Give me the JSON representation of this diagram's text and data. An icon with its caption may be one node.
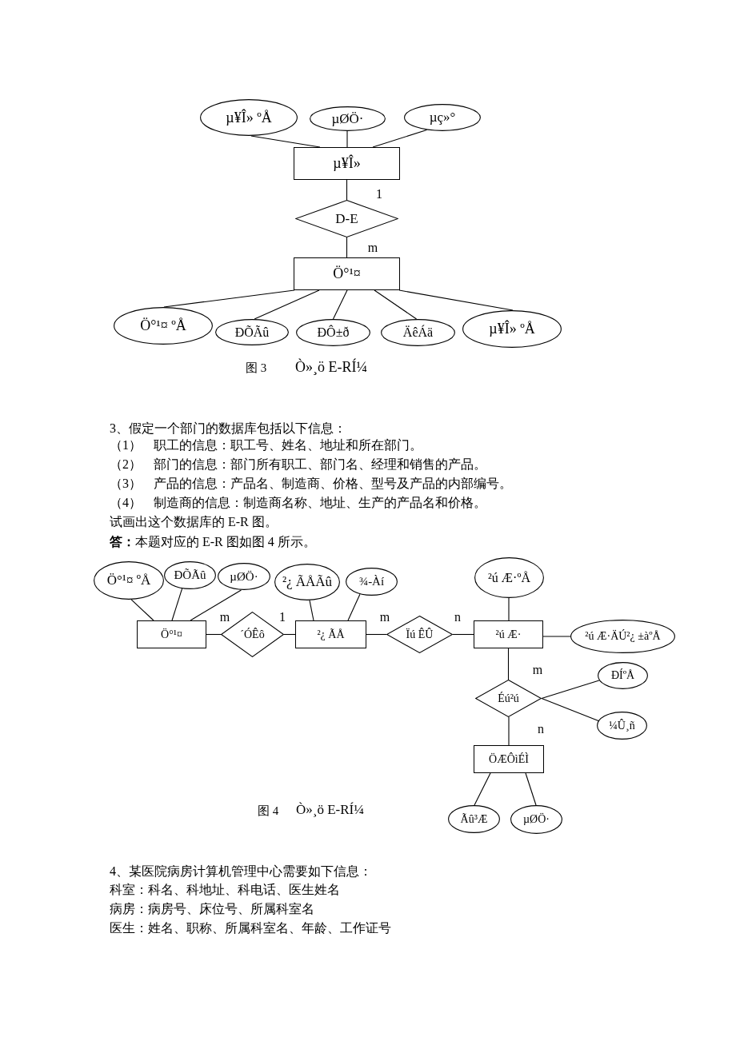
{
  "diagram": {
    "nodes": [
      {
        "text": [
          "µ¥Î» ºÅ"
        ]
      },
      {
        "text": [
          "µØÖ·"
        ]
      },
      {
        "text": [
          "µç»°"
        ]
      },
      {
        "text": [
          "µ¥Î»"
        ]
      },
      {
        "text": [
          "D-E"
        ]
      },
      {
        "text": [
          "Ö°¹¤"
        ]
      },
      {
        "text": [
          "Ö°¹¤ ºÅ"
        ]
      },
      {
        "text": [
          "ÐÕÃû"
        ]
      },
      {
        "text": [
          "ÐÔ±ð"
        ]
      },
      {
        "text": [
          "ÄêÁä"
        ]
      },
      {
        "text": [
          "µ¥Î» ºÅ"
        ]
      },
      {
        "text": [
          "Ö°¹¤ ºÅ"
        ]
      },
      {
        "text": [
          "ÐÕÃû"
        ]
      },
      {
        "text": [
          "µØÖ·"
        ]
      },
      {
        "text": [
          "²¿ ÃÅÃû"
        ]
      },
      {
        "text": [
          "¾-Àí"
        ]
      },
      {
        "text": [
          "²ú Æ·ºÅ"
        ]
      },
      {
        "text": [
          "Ö°¹¤"
        ]
      },
      {
        "text": [
          "´ÓÊô"
        ]
      },
      {
        "text": [
          "²¿ ÃÅ"
        ]
      },
      {
        "text": [
          "Ïú ÊÛ"
        ]
      },
      {
        "text": [
          "²ú Æ·"
        ]
      },
      {
        "text": [
          "²ú Æ·ÄÚ²¿ ±àºÅ"
        ]
      },
      {
        "text": [
          "Éú²ú"
        ]
      },
      {
        "text": [
          "ÐÍºÅ"
        ]
      },
      {
        "text": [
          "¼Û¸ñ"
        ]
      },
      {
        "text": [
          "ÖÆÔìÉÌ"
        ]
      },
      {
        "text": [
          "Ãû³Æ"
        ]
      },
      {
        "text": [
          "µØÖ·"
        ]
      }
    ],
    "edges": [
      {
        "from": 0,
        "to": 3,
        "arrow": "none"
      },
      {
        "from": 1,
        "to": 3,
        "arrow": "none"
      },
      {
        "from": 2,
        "to": 3,
        "arrow": "none"
      },
      {
        "from": 3,
        "to": 4,
        "arrow": "none",
        "label": "1"
      },
      {
        "from": 4,
        "to": 5,
        "arrow": "none",
        "label": "m"
      },
      {
        "from": 5,
        "to": 6,
        "arrow": "none"
      },
      {
        "from": 5,
        "to": 7,
        "arrow": "none"
      },
      {
        "from": 5,
        "to": 8,
        "arrow": "none"
      },
      {
        "from": 5,
        "to": 9,
        "arrow": "none"
      },
      {
        "from": 5,
        "to": 10,
        "arrow": "none"
      },
      {
        "from": 11,
        "to": 17,
        "arrow": "none"
      },
      {
        "from": 12,
        "to": 17,
        "arrow": "none"
      },
      {
        "from": 13,
        "to": 17,
        "arrow": "none"
      },
      {
        "from": 14,
        "to": 19,
        "arrow": "none"
      },
      {
        "from": 15,
        "to": 19,
        "arrow": "none"
      },
      {
        "from": 16,
        "to": 21,
        "arrow": "none"
      },
      {
        "from": 17,
        "to": 18,
        "arrow": "none",
        "label": "m"
      },
      {
        "from": 18,
        "to": 19,
        "arrow": "none",
        "label": "1"
      },
      {
        "from": 19,
        "to": 20,
        "arrow": "none",
        "label": "m"
      },
      {
        "from": 20,
        "to": 21,
        "arrow": "none",
        "label": "n"
      },
      {
        "from": 21,
        "to": 22,
        "arrow": "none"
      },
      {
        "from": 21,
        "to": 23,
        "arrow": "none",
        "label": "m"
      },
      {
        "from": 23,
        "to": 24,
        "arrow": "none"
      },
      {
        "from": 23,
        "to": 25,
        "arrow": "none"
      },
      {
        "from": 23,
        "to": 26,
        "arrow": "none",
        "label": "n"
      },
      {
        "from": 26,
        "to": 27,
        "arrow": "none"
      },
      {
        "from": 26,
        "to": 28,
        "arrow": "none"
      }
    ],
    "labels": [
      "图 3",
      "Ò»¸ö E-RÍ¼",
      "3、假定一个部门的数据库包括以下信息：",
      "（1）",
      "职工的信息：职工号、姓名、地址和所在部门。",
      "（2）",
      "部门的信息：部门所有职工、部门名、经理和销售的产品。",
      "（3）",
      "产品的信息：产品名、制造商、价格、型号及产品的内部编号。",
      "（4）",
      "制造商的信息：制造商名称、地址、生产的产品名和价格。",
      "试画出这个数据库的 E-R 图。",
      "**答：**本题对应的 E-R 图如图 4 所示。",
      "图 4",
      "Ò»¸ö E-RÍ¼",
      "4、某医院病房计算机管理中心需要如下信息：",
      "科室：科名、科地址、科电话、医生姓名",
      "病房：病房号、床位号、所属科室名",
      "医生：姓名、职称、所属科室名、年龄、工作证号"
    ]
  }
}
